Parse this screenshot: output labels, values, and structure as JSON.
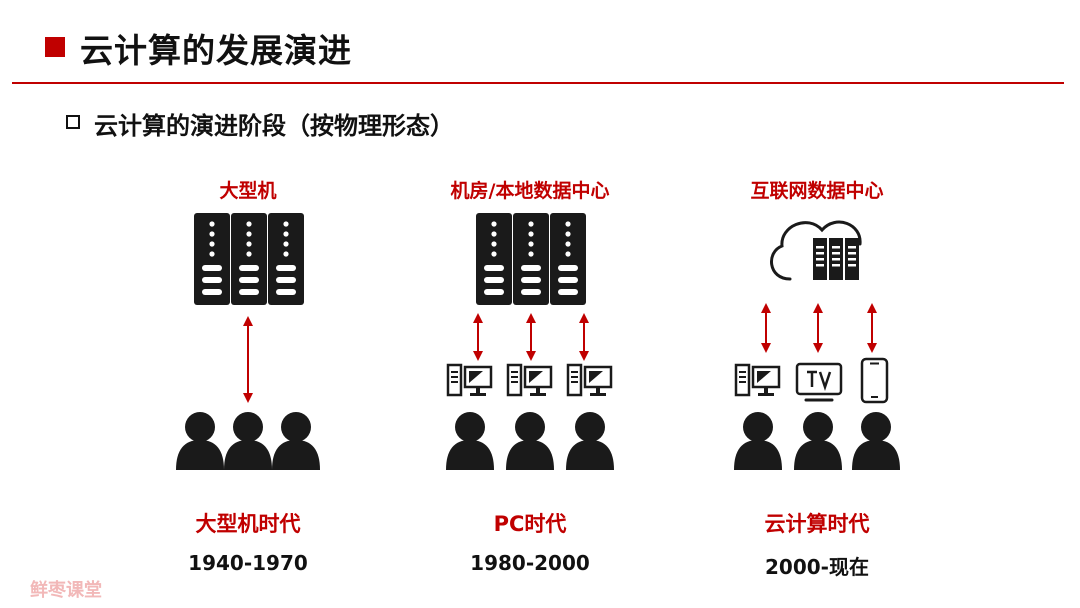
{
  "header": {
    "title": "云计算的发展演进"
  },
  "section": {
    "subtitle": "云计算的演进阶段（按物理形态）"
  },
  "colors": {
    "accent": "#c00000",
    "icon": "#1a1a1a"
  },
  "eras": [
    {
      "label": "大型机",
      "name": "大型机时代",
      "years": "1940-1970"
    },
    {
      "label": "机房/本地数据中心",
      "name": "PC时代",
      "years": "1980-2000"
    },
    {
      "label": "互联网数据中心",
      "name": "云计算时代",
      "years": "2000-现在"
    }
  ],
  "watermark": "鲜枣课堂"
}
